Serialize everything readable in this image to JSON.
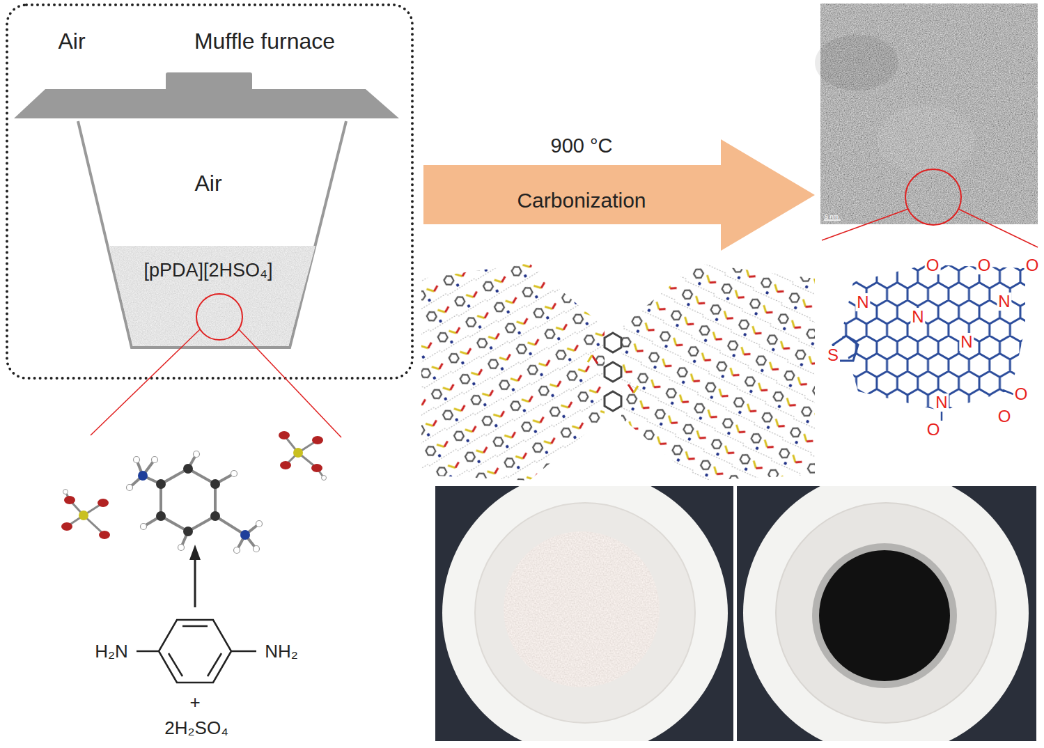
{
  "diagram": {
    "nodes": [
      {
        "text": [
          "Air",
          "Muffle furnace"
        ]
      },
      {
        "text": [
          "Air"
        ],
        "in": 0
      },
      {
        "text": [
          "[pPDA][2HSO₄]"
        ],
        "in": 1
      },
      {
        "text": [
          "900 °C",
          "Carbonization"
        ]
      }
    ],
    "labels": [
      "5 nm",
      "N",
      "O",
      "O",
      "O",
      "N",
      "N",
      "N",
      "S",
      "N",
      "O",
      "O",
      "O",
      "H₂N",
      "NH₂",
      "+",
      "2H₂SO₄"
    ]
  }
}
